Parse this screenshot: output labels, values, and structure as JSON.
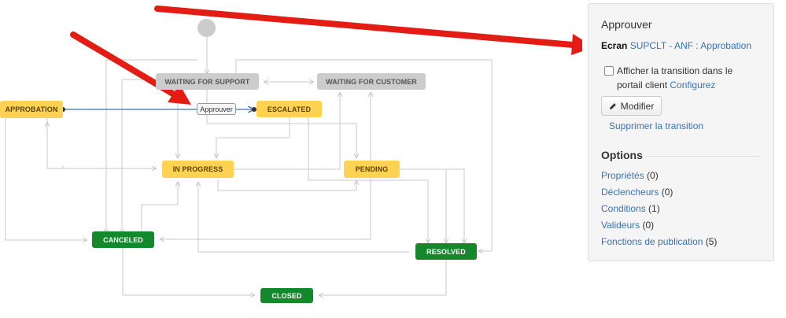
{
  "diagram": {
    "statuses": {
      "waiting_for_support": "WAITING FOR SUPPORT",
      "waiting_for_customer": "WAITING FOR CUSTOMER",
      "approbation": "APPROBATION",
      "escalated": "ESCALATED",
      "in_progress": "IN PROGRESS",
      "pending": "PENDING",
      "canceled": "CANCELED",
      "resolved": "RESOLVED",
      "closed": "CLOSED"
    },
    "selected_transition_label": "Approuver",
    "colors": {
      "todo": "#cccccc",
      "in_progress": "#ffd351",
      "done": "#14892c",
      "selected_transition": "#3b73af",
      "annotation_arrow": "#e31c14"
    }
  },
  "panel": {
    "title": "Approuver",
    "screen_label": "Ecran",
    "screen_link": "SUPCLT - ANF : Approbation",
    "checkbox_text": "Afficher la transition dans le portail client",
    "checkbox_checked": false,
    "configure_link": "Configurez",
    "modify_button": "Modifier",
    "modify_icon": "pencil-icon",
    "delete_link": "Supprimer la transition",
    "options_title": "Options",
    "options": [
      {
        "label": "Propriétés",
        "count": "(0)"
      },
      {
        "label": "Déclencheurs",
        "count": "(0)"
      },
      {
        "label": "Conditions",
        "count": "(1)"
      },
      {
        "label": "Valideurs",
        "count": "(0)"
      },
      {
        "label": "Fonctions de publication",
        "count": "(5)"
      }
    ]
  }
}
